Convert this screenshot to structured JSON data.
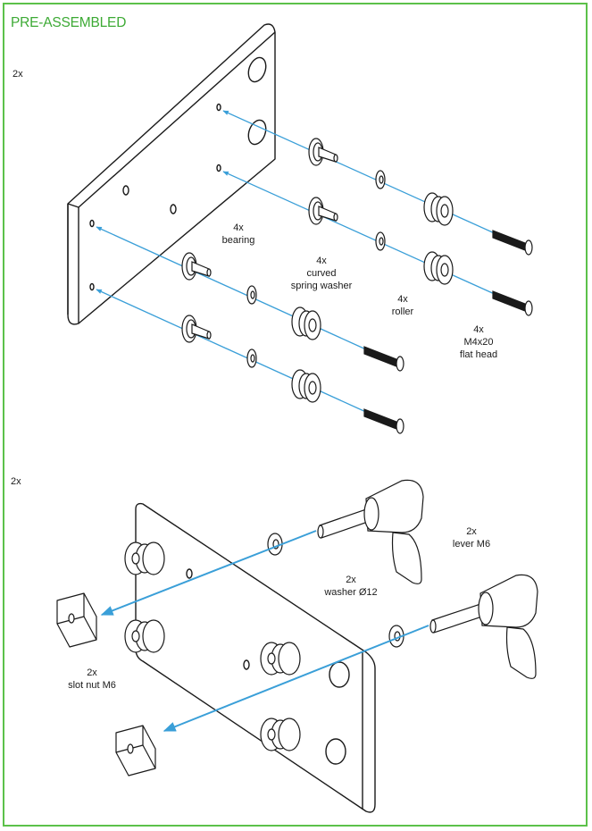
{
  "title": "PRE-ASSEMBLED",
  "section_top": {
    "qty": "2x",
    "parts": [
      {
        "qty": "4x",
        "name": "bearing"
      },
      {
        "qty": "4x",
        "name": "curved",
        "name2": "spring washer"
      },
      {
        "qty": "4x",
        "name": "roller"
      },
      {
        "qty": "4x",
        "name": "M4x20",
        "name2": "flat head"
      }
    ]
  },
  "section_bottom": {
    "qty": "2x",
    "parts": [
      {
        "qty": "2x",
        "name": "lever M6"
      },
      {
        "qty": "2x",
        "name": "washer Ø12"
      },
      {
        "qty": "2x",
        "name": "slot nut M6"
      }
    ]
  },
  "colors": {
    "frame": "#5cc14a",
    "title": "#3daa35",
    "arrow": "#3a9fd8",
    "line": "#1a1a1a"
  }
}
